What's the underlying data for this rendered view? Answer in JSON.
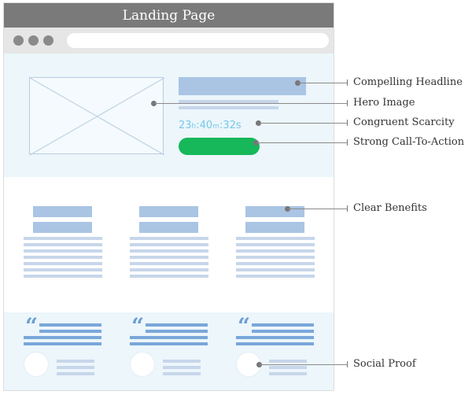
{
  "browser": {
    "title": "Landing Page"
  },
  "timer": {
    "hours": "23",
    "hours_unit": "h",
    "sep1": ":",
    "minutes": "40",
    "minutes_unit": "m",
    "sep2": ":",
    "seconds": "32s"
  },
  "callouts": {
    "headline": "Compelling Headline",
    "hero_image": "Hero Image",
    "scarcity": "Congruent Scarcity",
    "cta": "Strong Call-To-Action",
    "benefits": "Clear Benefits",
    "social_proof": "Social Proof"
  },
  "quote_glyph": "“",
  "colors": {
    "title_bar": "#7a7a7a",
    "section_tint": "#ecf6fb",
    "placeholder_blue": "#aac4e4",
    "text_line": "#c7d6ea",
    "timer": "#78c8ea",
    "cta_green": "#16b85a",
    "quote_blue": "#6e9ed3"
  }
}
